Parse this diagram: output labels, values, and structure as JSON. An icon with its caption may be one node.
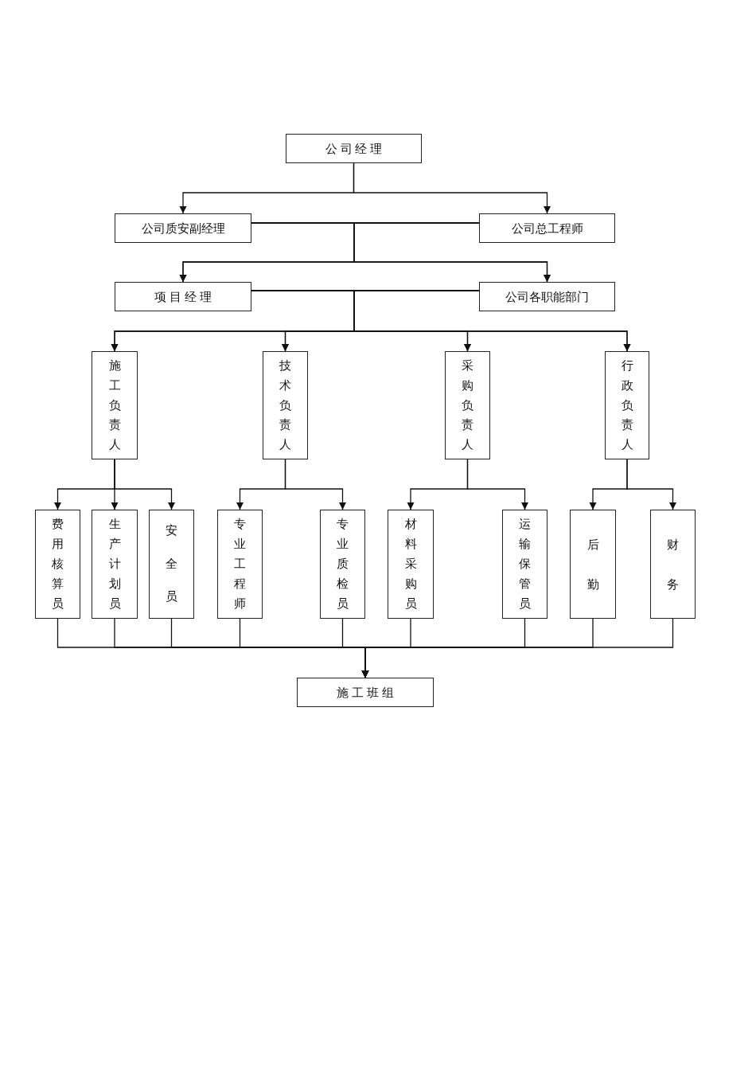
{
  "diagram": {
    "nodes": [
      {
        "text": [
          "公 司 经 理"
        ]
      },
      {
        "text": [
          "公司质安副经理"
        ]
      },
      {
        "text": [
          "公司总工程师"
        ]
      },
      {
        "text": [
          "项 目 经 理"
        ]
      },
      {
        "text": [
          "公司各职能部门"
        ]
      },
      {
        "text": [
          "施工负责人"
        ]
      },
      {
        "text": [
          "技术负责人"
        ]
      },
      {
        "text": [
          "采购负责人"
        ]
      },
      {
        "text": [
          "行政负责人"
        ]
      },
      {
        "text": [
          "费用核算员"
        ]
      },
      {
        "text": [
          "生产计划员"
        ]
      },
      {
        "text": [
          "安全员"
        ]
      },
      {
        "text": [
          "专业工程师"
        ]
      },
      {
        "text": [
          "专业质检员"
        ]
      },
      {
        "text": [
          "材料采购员"
        ]
      },
      {
        "text": [
          "运输保管员"
        ]
      },
      {
        "text": [
          "后勤"
        ]
      },
      {
        "text": [
          "财务"
        ]
      },
      {
        "text": [
          "施 工 班 组"
        ]
      }
    ],
    "edges": [
      {
        "from": 0,
        "to": 1,
        "arrow": "to"
      },
      {
        "from": 0,
        "to": 2,
        "arrow": "to"
      },
      {
        "from": 1,
        "to": 2,
        "arrow": "none"
      },
      {
        "from": 1,
        "to": 3,
        "arrow": "to"
      },
      {
        "from": 1,
        "to": 4,
        "arrow": "to"
      },
      {
        "from": 2,
        "to": 3,
        "arrow": "to"
      },
      {
        "from": 2,
        "to": 4,
        "arrow": "to"
      },
      {
        "from": 3,
        "to": 4,
        "arrow": "none"
      },
      {
        "from": 3,
        "to": 5,
        "arrow": "to"
      },
      {
        "from": 3,
        "to": 6,
        "arrow": "to"
      },
      {
        "from": 3,
        "to": 7,
        "arrow": "to"
      },
      {
        "from": 3,
        "to": 8,
        "arrow": "to"
      },
      {
        "from": 4,
        "to": 5,
        "arrow": "to"
      },
      {
        "from": 4,
        "to": 6,
        "arrow": "to"
      },
      {
        "from": 4,
        "to": 7,
        "arrow": "to"
      },
      {
        "from": 4,
        "to": 8,
        "arrow": "to"
      },
      {
        "from": 5,
        "to": 9,
        "arrow": "to"
      },
      {
        "from": 5,
        "to": 10,
        "arrow": "to"
      },
      {
        "from": 5,
        "to": 11,
        "arrow": "to"
      },
      {
        "from": 6,
        "to": 12,
        "arrow": "to"
      },
      {
        "from": 6,
        "to": 13,
        "arrow": "to"
      },
      {
        "from": 7,
        "to": 14,
        "arrow": "to"
      },
      {
        "from": 7,
        "to": 15,
        "arrow": "to"
      },
      {
        "from": 8,
        "to": 16,
        "arrow": "to"
      },
      {
        "from": 8,
        "to": 17,
        "arrow": "to"
      },
      {
        "from": 9,
        "to": 18,
        "arrow": "to"
      },
      {
        "from": 10,
        "to": 18,
        "arrow": "to"
      },
      {
        "from": 11,
        "to": 18,
        "arrow": "to"
      },
      {
        "from": 12,
        "to": 18,
        "arrow": "to"
      },
      {
        "from": 13,
        "to": 18,
        "arrow": "to"
      },
      {
        "from": 14,
        "to": 18,
        "arrow": "to"
      },
      {
        "from": 15,
        "to": 18,
        "arrow": "to"
      },
      {
        "from": 16,
        "to": 18,
        "arrow": "to"
      },
      {
        "from": 17,
        "to": 18,
        "arrow": "to"
      }
    ]
  }
}
